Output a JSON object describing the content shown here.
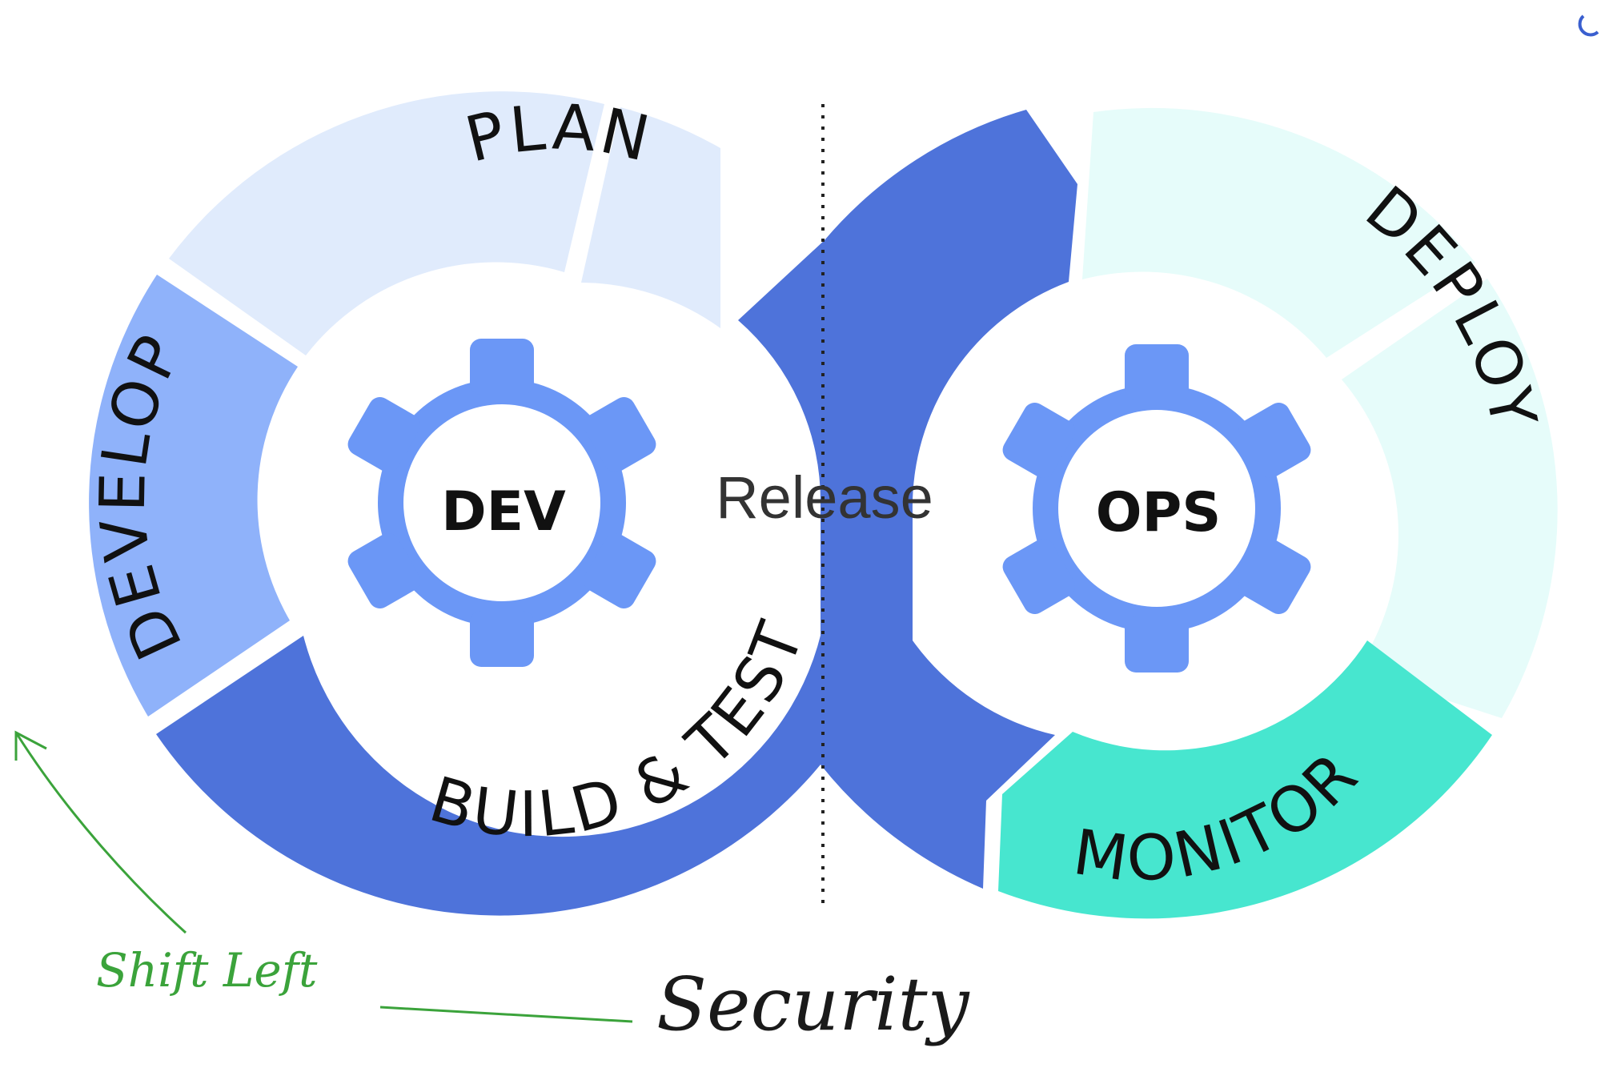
{
  "diagram": {
    "stages": {
      "plan": "PLAN",
      "develop": "DEVELOP",
      "build_test": "BUILD & TEST",
      "deploy": "DEPLOY",
      "monitor": "MONITOR"
    },
    "hubs": {
      "dev": "DEV",
      "ops": "OPS"
    },
    "release": "Release",
    "annotations": {
      "shift_left": "Shift Left",
      "security": "Security"
    },
    "colors": {
      "plan": "#E0EBFC",
      "develop": "#8FB2FA",
      "build_test": "#4E73DA",
      "deploy": "#E6FCFA",
      "monitor": "#47E6CF",
      "gear": "#6B97F6",
      "annotation_green": "#3BA33B"
    }
  }
}
